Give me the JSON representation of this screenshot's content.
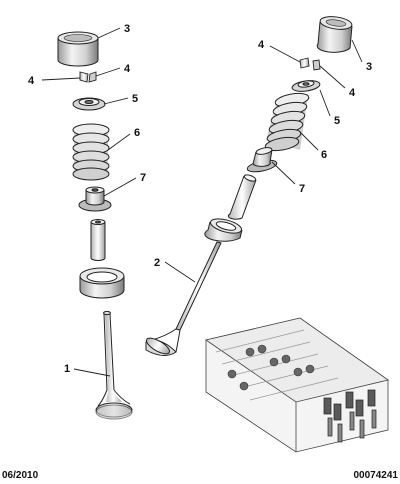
{
  "callouts": {
    "valve_left": "1",
    "valve_right": "2",
    "tappet_left": "3",
    "tappet_right": "3",
    "collet_left_a": "4",
    "collet_left_b": "4",
    "collet_right_a": "4",
    "collet_right_b": "4",
    "retainer_left": "5",
    "retainer_right": "5",
    "spring_left": "6",
    "spring_right": "6",
    "seal_left": "7",
    "seal_right": "7"
  },
  "footer": {
    "date": "06/2010",
    "reference": "00074241"
  },
  "colors": {
    "line": "#222222",
    "part_fill": "#f2f2f2",
    "part_shade": "#c9c9c9",
    "metal_dark": "#8c8c8c"
  }
}
